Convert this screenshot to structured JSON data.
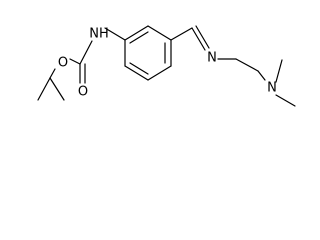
{
  "atoms": {
    "nh": "NH",
    "carbonyl_o": "O",
    "ester_o": "O",
    "imine_n": "N",
    "amine_n": "N"
  }
}
